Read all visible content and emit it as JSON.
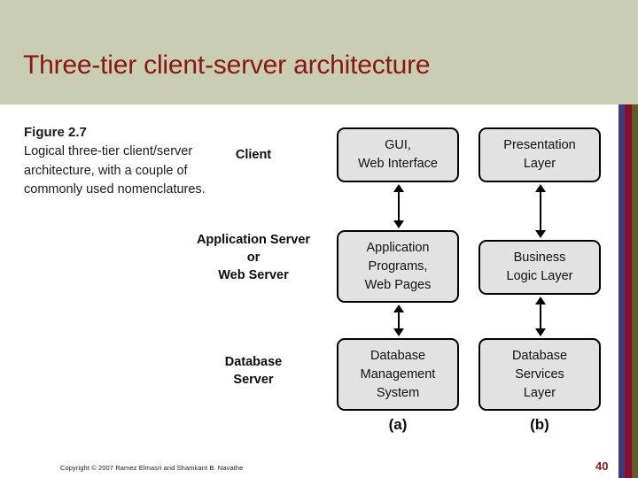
{
  "slide": {
    "title": "Three-tier client-server architecture",
    "header_bg": "#c9cdb2",
    "title_color": "#8b1616"
  },
  "figure": {
    "number": "Figure 2.7",
    "description": "Logical three-tier client/server architecture, with a couple of commonly used nomenclatures."
  },
  "tiers": [
    {
      "label": "Client"
    },
    {
      "label": "Application Server\nor\nWeb Server"
    },
    {
      "label": "Database\nServer"
    }
  ],
  "columns": [
    {
      "caption": "(a)",
      "boxes": [
        {
          "text": "GUI,\nWeb Interface"
        },
        {
          "text": "Application\nPrograms,\nWeb Pages"
        },
        {
          "text": "Database\nManagement\nSystem"
        }
      ]
    },
    {
      "caption": "(b)",
      "boxes": [
        {
          "text": "Presentation\nLayer"
        },
        {
          "text": "Business\nLogic Layer"
        },
        {
          "text": "Database\nServices\nLayer"
        }
      ]
    }
  ],
  "arrows": {
    "kind": "double-headed-vertical",
    "count": 4
  },
  "footer": {
    "copyright": "Copyright © 2007 Ramez Elmasri and Shamkant B. Navathe",
    "page_number": "40"
  },
  "decoration": {
    "stripes": [
      "#3a3a7c",
      "#8b0b2c",
      "#5f5b2a"
    ]
  }
}
